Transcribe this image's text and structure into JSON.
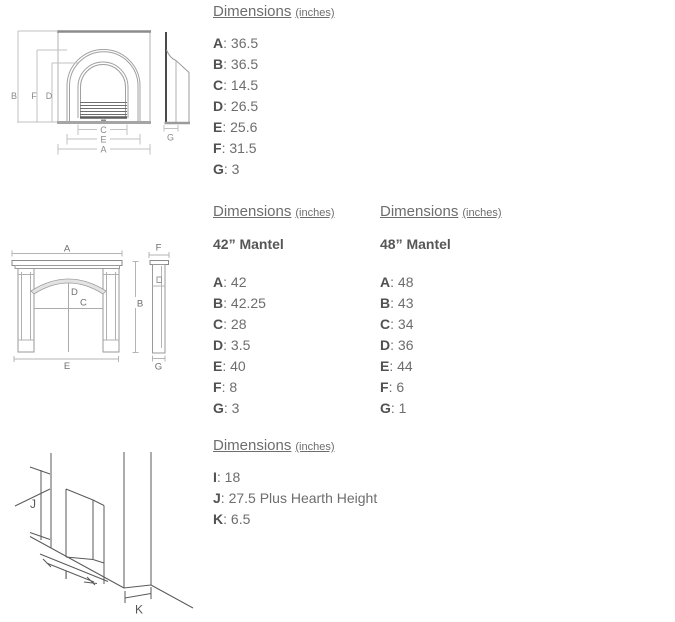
{
  "ui": {
    "separator": ": "
  },
  "colors": {
    "heading_text": "#6d6d6d",
    "row_letter": "#515151",
    "row_value": "#6d6d6d",
    "diagram_light_line": "#b5b5b5",
    "diagram_mid_line": "#9a9a9a",
    "diagram_dark_line": "#555555",
    "arch_fill": "#e3e3e3",
    "background": "#ffffff"
  },
  "sections": {
    "insert": {
      "heading": {
        "title": "Dimensions",
        "unit": "(inches)"
      },
      "rows": [
        {
          "label": "A",
          "value": "36.5"
        },
        {
          "label": "B",
          "value": "36.5"
        },
        {
          "label": "C",
          "value": "14.5"
        },
        {
          "label": "D",
          "value": "26.5"
        },
        {
          "label": "E",
          "value": "25.6"
        },
        {
          "label": "F",
          "value": "31.5"
        },
        {
          "label": "G",
          "value": "3"
        }
      ]
    },
    "mantel": {
      "columns": [
        {
          "heading": {
            "title": "Dimensions",
            "unit": "(inches)"
          },
          "title": "42” Mantel",
          "rows": [
            {
              "label": "A",
              "value": "42"
            },
            {
              "label": "B",
              "value": "42.25"
            },
            {
              "label": "C",
              "value": "28"
            },
            {
              "label": "D",
              "value": "3.5"
            },
            {
              "label": "E",
              "value": "40"
            },
            {
              "label": "F",
              "value": "8"
            },
            {
              "label": "G",
              "value": "3"
            }
          ]
        },
        {
          "heading": {
            "title": "Dimensions",
            "unit": "(inches)"
          },
          "title": "48” Mantel",
          "rows": [
            {
              "label": "A",
              "value": "48"
            },
            {
              "label": "B",
              "value": "43"
            },
            {
              "label": "C",
              "value": "34"
            },
            {
              "label": "D",
              "value": "36"
            },
            {
              "label": "E",
              "value": "44"
            },
            {
              "label": "F",
              "value": "6"
            },
            {
              "label": "G",
              "value": "1"
            }
          ]
        }
      ]
    },
    "hearth": {
      "heading": {
        "title": "Dimensions",
        "unit": "(inches)"
      },
      "rows": [
        {
          "label": "I",
          "value": "18"
        },
        {
          "label": "J",
          "value": "27.5 Plus Hearth Height"
        },
        {
          "label": "K",
          "value": "6.5"
        }
      ]
    }
  }
}
